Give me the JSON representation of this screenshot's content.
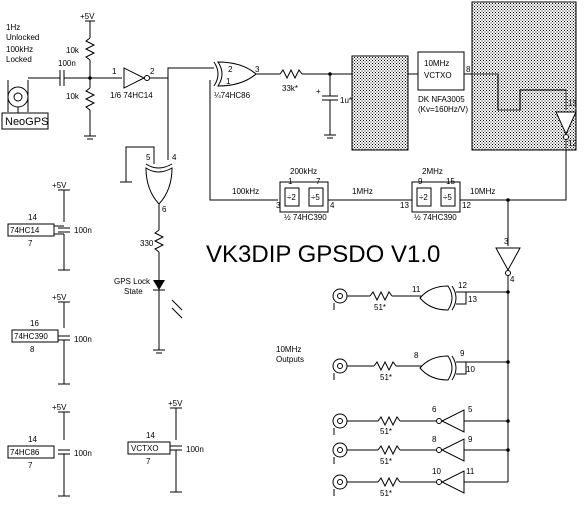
{
  "labels": {
    "supply": "+5V",
    "pps_note": [
      "1Hz",
      "Unlocked",
      "100kHz",
      "Locked"
    ],
    "gps_module": "NeoGPS",
    "r_pullup": "10k",
    "r_pulldown": "10k",
    "cap_in": "100n",
    "inv_name": "1/6 74HC14",
    "xor_name": "¼74HC86",
    "r_filter": "33k*",
    "cap_filter": "1u*",
    "vctxo": [
      "10MHz",
      "VCTXO"
    ],
    "vctxo_part": [
      "DK NFA3005",
      "(Kv=160Hz/V)"
    ],
    "divider_a": "200kHz",
    "divider_b": "2MHz",
    "div_part": "½ 74HC390",
    "freq_100k": "100kHz",
    "freq_1m": "1MHz",
    "freq_10m": "10MHz",
    "r_led": "330",
    "led_label": [
      "GPS Lock",
      "State"
    ],
    "title": "VK3DIP GPSDO V1.0",
    "outputs_label": [
      "10MHz",
      "Outputs"
    ],
    "r_out": "51*",
    "decoupling": [
      {
        "chip": "74HC14",
        "pin_top": "14",
        "pin_bottom": "7",
        "cap": "100n"
      },
      {
        "chip": "74HC390",
        "pin_top": "16",
        "pin_bottom": "8",
        "cap": "100n"
      },
      {
        "chip": "74HC86",
        "pin_top": "14",
        "pin_bottom": "7",
        "cap": "100n"
      },
      {
        "chip": "VCTXO",
        "pin_top": "14",
        "pin_bottom": "7",
        "cap": "100n"
      }
    ],
    "pins": {
      "inv_in": "1",
      "inv_out": "2",
      "xor1_a": "2",
      "xor1_b": "1",
      "xor1_out": "3",
      "xor2_a": "5",
      "xor2_b": "4",
      "xor2_out": "6",
      "vctxo_out": "8",
      "div1_clk": "1",
      "div1_q": "7",
      "div1_in": "3",
      "div1_out": "4",
      "div1_a": "÷2",
      "div1_b": "÷5",
      "div2_a_pin": "9",
      "div2_b_pin": "15",
      "div2_in": "13",
      "div2_out": "12",
      "div2_a": "÷2",
      "div2_b": "÷5",
      "buf_top_in": "13",
      "buf_top_out": "12",
      "buf_mid_in": "3",
      "buf_mid_out": "4",
      "out1_a": "12",
      "out1_b": "13",
      "out1_o": "11",
      "out2_a": "9",
      "out2_b": "10",
      "out2_o": "8",
      "out3_i": "5",
      "out3_o": "6",
      "out4_i": "9",
      "out4_o": "8",
      "out5_i": "11",
      "out5_o": "10"
    }
  }
}
